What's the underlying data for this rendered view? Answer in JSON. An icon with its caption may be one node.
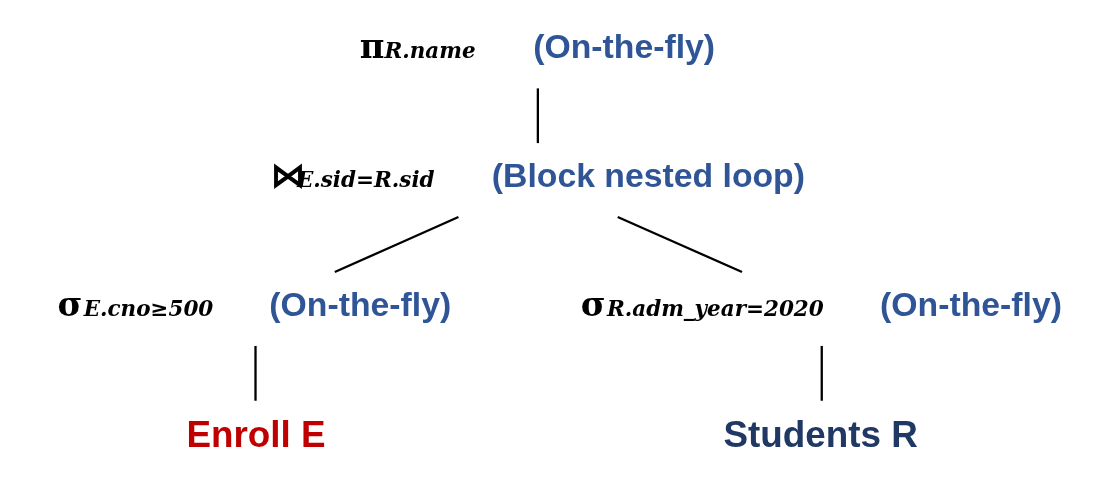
{
  "diagram": {
    "nodes": [
      {
        "text": [
          "π$_{R.name}$"
        ],
        "beside": [
          "(On-the-fly)"
        ]
      },
      {
        "text": [
          "⋈$_{E.sid=R.sid}$"
        ],
        "beside": [
          "(Block nested loop)"
        ]
      },
      {
        "text": [
          "σ$_{E.cno≥500}$"
        ],
        "beside": [
          "(On-the-fly)"
        ]
      },
      {
        "text": [
          "σ$_{R.adm_year=2020}$"
        ],
        "beside": [
          "(On-the-fly)"
        ]
      },
      {
        "text": [
          "Enroll E"
        ]
      },
      {
        "text": [
          "Students R"
        ]
      }
    ],
    "edges": [
      {
        "from": 0,
        "to": 1,
        "arrow": "none"
      },
      {
        "from": 1,
        "to": 2,
        "arrow": "none"
      },
      {
        "from": 1,
        "to": 3,
        "arrow": "none"
      },
      {
        "from": 2,
        "to": 4,
        "arrow": "none"
      },
      {
        "from": 3,
        "to": 5,
        "arrow": "none"
      }
    ]
  }
}
